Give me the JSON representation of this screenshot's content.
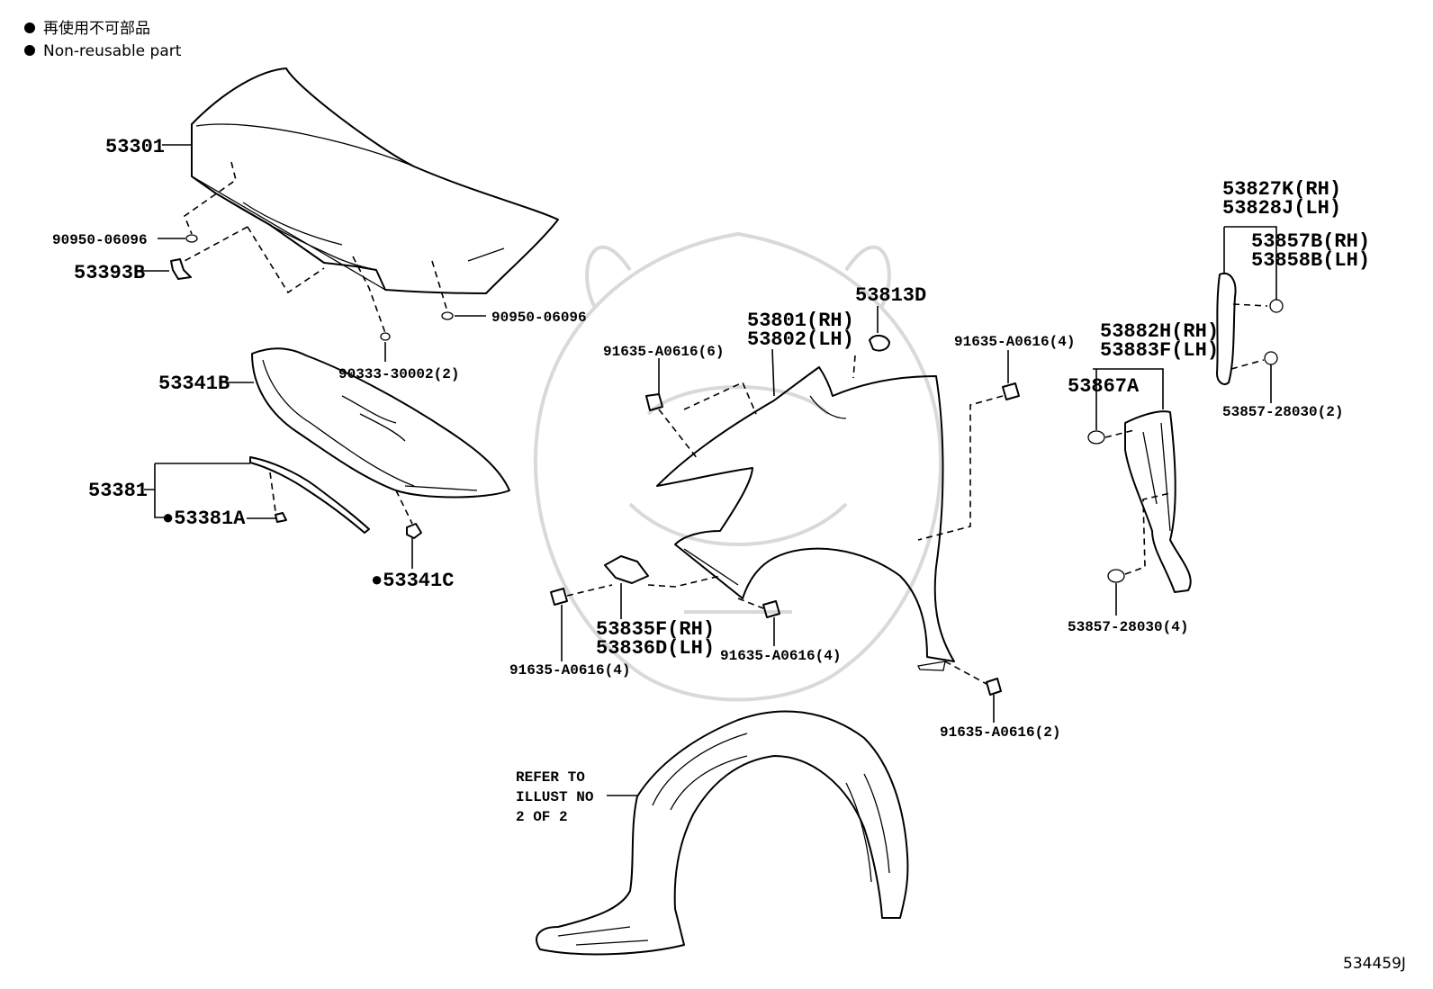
{
  "legend": {
    "line_jp": "再使用不可部品",
    "line_en": "Non-reusable part"
  },
  "diagram_id": "534459J",
  "refer_note": [
    "REFER TO",
    "ILLUST NO",
    "2 OF 2"
  ],
  "parts": {
    "p53301": "53301",
    "p90950_a": "90950-06096",
    "p53393B": "53393B",
    "p90950_b": "90950-06096",
    "p90333": "90333-30002(2)",
    "p53341B": "53341B",
    "p53381": "53381",
    "p53381A": "●53381A",
    "p53341C": "●53341C",
    "p91635_6": "91635-A0616(6)",
    "p53801": "53801(RH)",
    "p53802": "53802(LH)",
    "p53813D": "53813D",
    "p91635_4a": "91635-A0616(4)",
    "p53835F": "53835F(RH)",
    "p53836D": "53836D(LH)",
    "p91635_4b": "91635-A0616(4)",
    "p91635_4c": "91635-A0616(4)",
    "p91635_2": "91635-A0616(2)",
    "p53882H": "53882H(RH)",
    "p53883F": "53883F(LH)",
    "p53867A": "53867A",
    "p53857_4": "53857-28030(4)",
    "p53827K": "53827K(RH)",
    "p53828J": "53828J(LH)",
    "p53857B": "53857B(RH)",
    "p53858B": "53858B(LH)",
    "p53857_2": "53857-28030(2)"
  }
}
